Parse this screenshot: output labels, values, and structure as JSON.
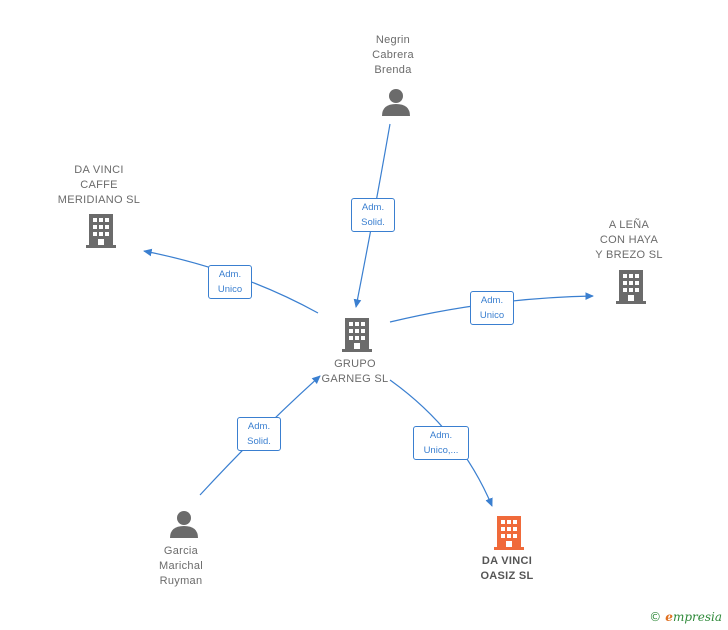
{
  "colors": {
    "edge": "#3a7fd0",
    "node_gray": "#6b6b6b",
    "node_highlight": "#f06a3a"
  },
  "nodes": [
    {
      "id": "negrin",
      "kind": "person",
      "label": "Negrin\nCabrera\nBrenda",
      "icon": "person-icon"
    },
    {
      "id": "davinci_caffe",
      "kind": "company",
      "label": "DA VINCI\nCAFFE\nMERIDIANO  SL",
      "icon": "building-icon"
    },
    {
      "id": "alena",
      "kind": "company",
      "label": "A LEÑA\nCON HAYA\nY BREZO  SL",
      "icon": "building-icon"
    },
    {
      "id": "grupo",
      "kind": "company",
      "label": "GRUPO\nGARNEG  SL",
      "icon": "building-icon"
    },
    {
      "id": "garcia",
      "kind": "person",
      "label": "Garcia\nMarichal\nRuyman",
      "icon": "person-icon"
    },
    {
      "id": "davinci_oasiz",
      "kind": "company",
      "label": "DA VINCI\nOASIZ  SL",
      "icon": "building-icon",
      "highlight": true
    }
  ],
  "edges": [
    {
      "from": "negrin",
      "to": "grupo",
      "label": "Adm.\nSolid."
    },
    {
      "from": "grupo",
      "to": "davinci_caffe",
      "label": "Adm.\nUnico"
    },
    {
      "from": "grupo",
      "to": "alena",
      "label": "Adm.\nUnico"
    },
    {
      "from": "garcia",
      "to": "grupo",
      "label": "Adm.\nSolid."
    },
    {
      "from": "grupo",
      "to": "davinci_oasiz",
      "label": "Adm.\nUnico,..."
    }
  ],
  "watermark": {
    "copyright": "©",
    "brand_initial": "e",
    "brand_rest": "mpresia"
  }
}
